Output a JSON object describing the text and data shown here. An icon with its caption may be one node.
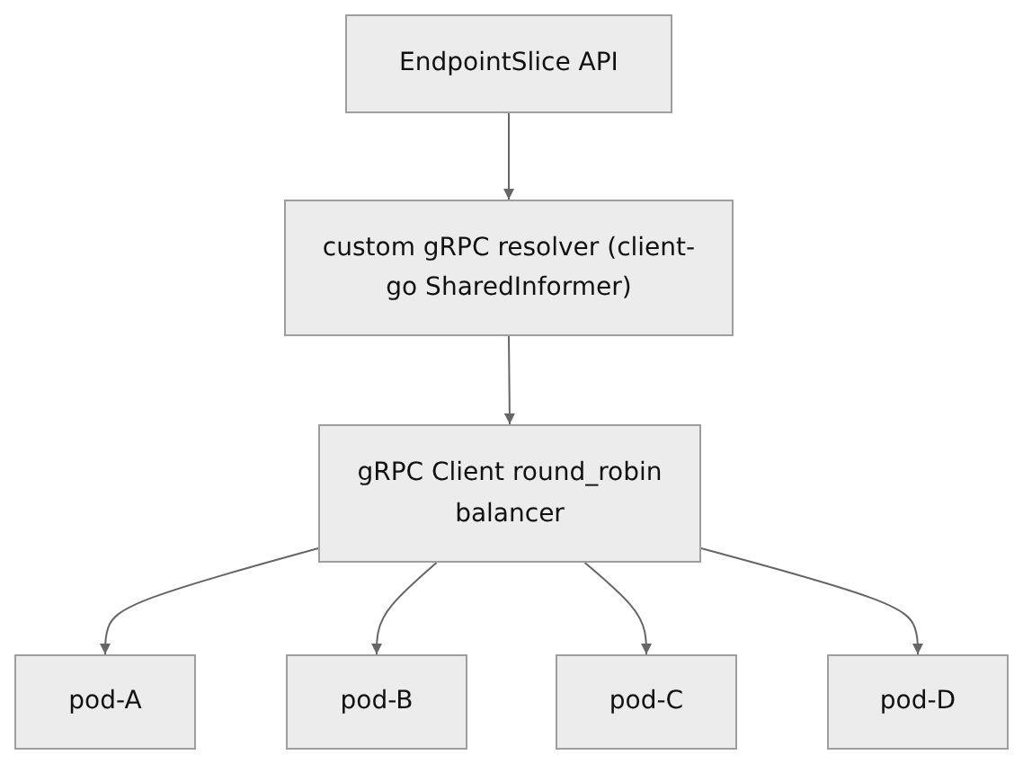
{
  "diagram": {
    "nodes": [
      {
        "text": [
          "EndpointSlice API"
        ]
      },
      {
        "text": [
          "custom gRPC resolver (client-go SharedInformer)"
        ]
      },
      {
        "text": [
          "gRPC Client round_robin balancer"
        ]
      },
      {
        "text": [
          "pod-A"
        ]
      },
      {
        "text": [
          "pod-B"
        ]
      },
      {
        "text": [
          "pod-C"
        ]
      },
      {
        "text": [
          "pod-D"
        ]
      }
    ],
    "edges": [
      {
        "from": 0,
        "to": 1,
        "arrow": "to"
      },
      {
        "from": 1,
        "to": 2,
        "arrow": "to"
      },
      {
        "from": 2,
        "to": 3,
        "arrow": "to"
      },
      {
        "from": 2,
        "to": 4,
        "arrow": "to"
      },
      {
        "from": 2,
        "to": 5,
        "arrow": "to"
      },
      {
        "from": 2,
        "to": 6,
        "arrow": "to"
      }
    ]
  }
}
